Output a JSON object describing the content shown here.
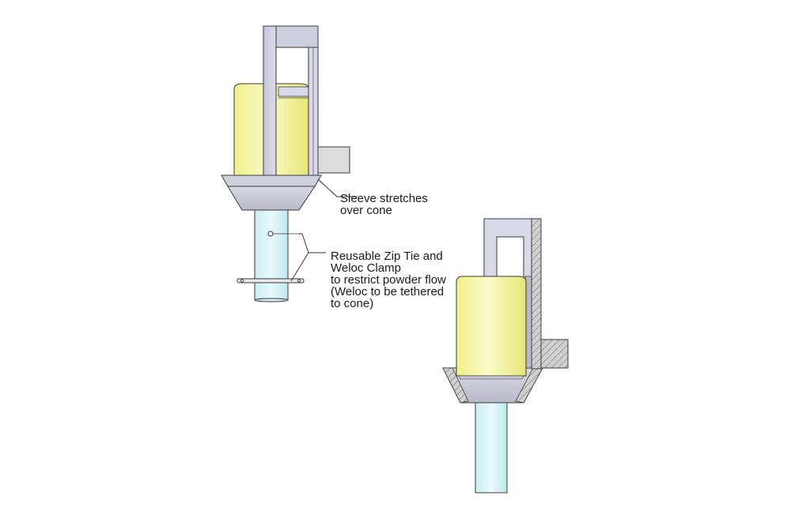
{
  "callouts": {
    "sleeve": {
      "line1": "Sleeve stretches",
      "line2": "over cone"
    },
    "zip": {
      "line1": "Reusable Zip Tie and",
      "line2": "Weloc Clamp",
      "line3": "to restrict powder flow",
      "line4": "(Weloc to be tethered",
      "line5": "to cone)"
    }
  },
  "colors": {
    "frame": "#cfcfe0",
    "frame_dark": "#a9a9bd",
    "canister": "#f4f49a",
    "canister_highlight": "#fdfde0",
    "cone": "#c9c9d6",
    "tube": "#d6f3f6",
    "outline": "#3a3a3a"
  }
}
